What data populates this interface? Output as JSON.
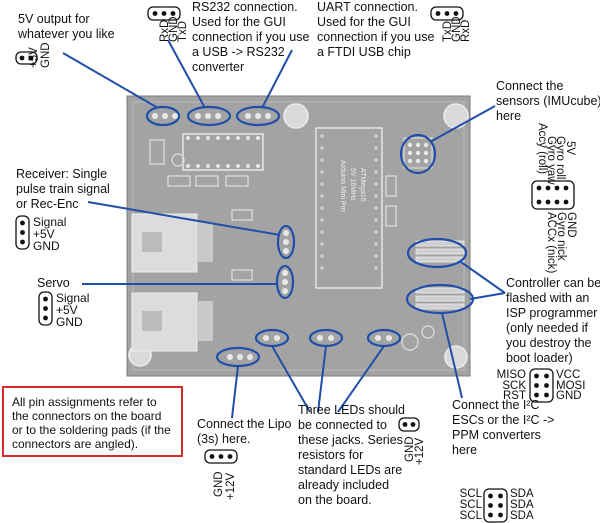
{
  "labels": {
    "five_v_output": [
      "5V output for",
      "whatever you like"
    ],
    "rs232": [
      "RS232 connection.",
      "Used for the GUI",
      "connection if you use",
      "a USB -> RS232",
      "converter"
    ],
    "uart": [
      "UART connection.",
      "Used for the GUI",
      "connection if you use",
      "a FTDI USB chip"
    ],
    "sensors": [
      "Connect the",
      "sensors (IMUcube)",
      "here"
    ],
    "receiver": [
      "Receiver: Single",
      "pulse train signal",
      "or Rec-Enc"
    ],
    "servo": "Servo",
    "isp": [
      "Controller can be",
      "flashed with an",
      "ISP programmer",
      "(only needed if",
      "you destroy the",
      "boot loader)"
    ],
    "lipo": [
      "Connect the Lipo",
      "(3s) here."
    ],
    "leds": [
      "Three LEDs should",
      "be connected to",
      "these jacks. Series",
      "resistors for",
      "standard LEDs are",
      "already included",
      "on the board."
    ],
    "i2c": [
      "Connect the I²C",
      "ESCs or the I²C ->",
      "PPM converters",
      "here"
    ]
  },
  "note": "All pin assignments refer to the connectors on the board or to the soldering pads (if the connectors are angled).",
  "pins": {
    "five_v": [
      "GND",
      "+5V"
    ],
    "rs232": [
      "RxD",
      "GND",
      "TxD"
    ],
    "uart": [
      "TxD",
      "GND",
      "RxD"
    ],
    "receiver": [
      "Signal",
      "+5V",
      "GND"
    ],
    "servo": [
      "Signal",
      "+5V",
      "GND"
    ],
    "sensors_top": [
      "5V",
      "Gyro roll",
      "Gyro yaw",
      "Accy (roll)"
    ],
    "sensors_bottom": [
      "GND",
      "Gyro nick",
      "ACCx (nick)"
    ],
    "isp_left": [
      "MISO",
      "SCK",
      "RST"
    ],
    "isp_right": [
      "VCC",
      "MOSI",
      "GND"
    ],
    "lipo": [
      "+12V",
      "GND"
    ],
    "led": [
      "GND",
      "+12V"
    ],
    "i2c_left": [
      "SCL",
      "SCL",
      "SCL"
    ],
    "i2c_right": [
      "SDA",
      "SDA",
      "SDA"
    ]
  },
  "board_text": {
    "arduino": [
      "Arduino Mini Pro",
      "5V 16MHz",
      "ATMega16"
    ]
  },
  "colors": {
    "pcb": "#a3a3a3",
    "pcb_dark": "#8a8a8a",
    "highlight": "#1f4fa8",
    "note_border": "#d42a2a"
  }
}
